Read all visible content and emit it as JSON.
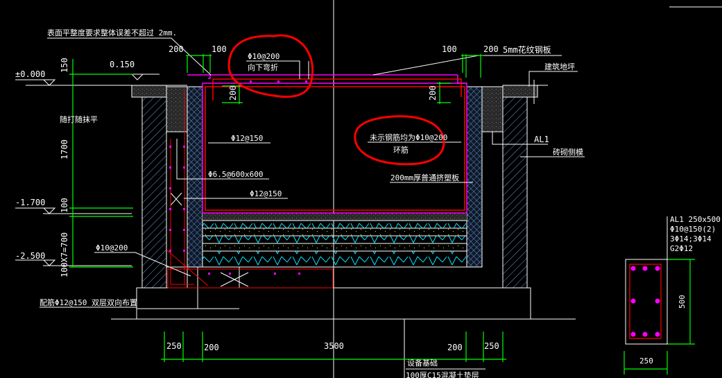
{
  "drawing": {
    "notes": {
      "surface_note": "表面平整度要求整体误差不超过 2mm.",
      "top_rebar": "Φ10@200",
      "top_rebar_sub": "向下弯折",
      "steel_plate": "5mm花纹钢板",
      "building_floor": "建筑地坪",
      "default_rebar": "未示钢筋均为Φ10@200",
      "default_rebar_sub": "环筋",
      "xps_board": "200mm厚普通挤塑板",
      "beam_tag": "AL1",
      "brick_form": "砖砌侧模",
      "trowel": "随打随抹平",
      "rebar_1": "Φ12@150",
      "rebar_2": "Φ6.5@600x600",
      "rebar_3": "Φ12@150",
      "rebar_4": "Φ10@200",
      "base_rebar": "配筋Φ12@150 双层双向布置",
      "equipment_base": "设备基础",
      "cushion": "100厚C15混凝土垫层"
    },
    "levels": {
      "ground": "±0.000",
      "top": "0.150",
      "mid": "-1.700",
      "bottom": "-2.500"
    },
    "dims": {
      "top_left_a": "200",
      "top_left_b": "100",
      "top_right_a": "100",
      "top_right_b": "200",
      "slab_left": "200",
      "slab_right": "200",
      "v_150": "150",
      "v_1700": "1700",
      "v_100": "100",
      "v_700": "100X7=700",
      "b_250_l": "250",
      "b_200_l": "200",
      "b_3500": "3500",
      "b_200_r": "200",
      "b_250_r": "250"
    },
    "section": {
      "line1": "AL1 250x500",
      "line2": "Φ10@150(2)",
      "line3": "3Φ14;3Φ14",
      "line4": "G2Φ12",
      "height": "500",
      "width": "250"
    },
    "colors": {
      "dim": "#00ff00",
      "rebar": "#ff0000",
      "outline": "#ff00ff",
      "xps": "#5b8fd0",
      "fill": "#00ffff"
    }
  }
}
